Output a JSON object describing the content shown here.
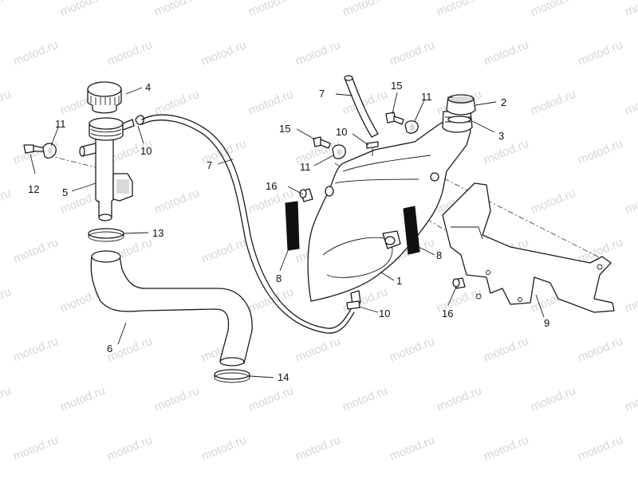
{
  "watermark": {
    "text": "motod.ru"
  },
  "callouts": {
    "c1": "1",
    "c2": "2",
    "c3": "3",
    "c4": "4",
    "c5": "5",
    "c6": "6",
    "c7a": "7",
    "c7b": "7",
    "c8a": "8",
    "c8b": "8",
    "c9": "9",
    "c10a": "10",
    "c10b": "10",
    "c10c": "10",
    "c11a": "11",
    "c11b": "11",
    "c11c": "11",
    "c12": "12",
    "c13": "13",
    "c14": "14",
    "c15a": "15",
    "c15b": "15",
    "c16a": "16",
    "c16b": "16"
  }
}
